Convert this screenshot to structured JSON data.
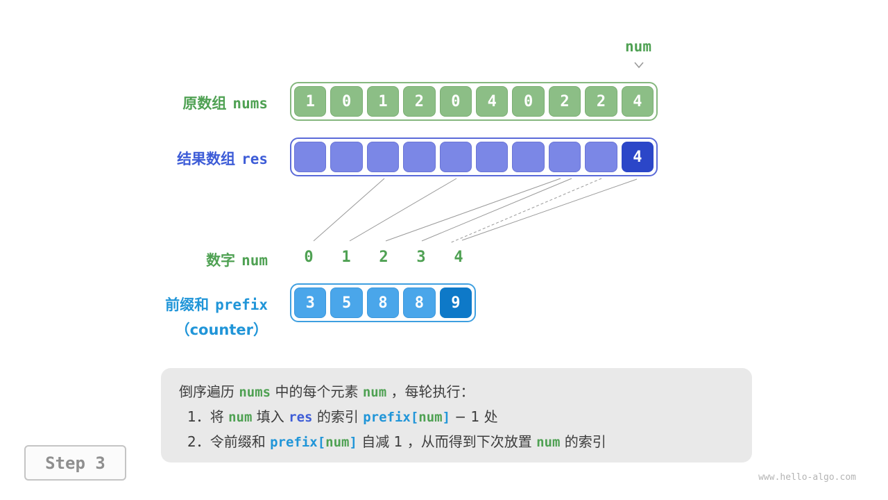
{
  "pointer": {
    "label": "num",
    "icon": "chevron-down-icon"
  },
  "rows": {
    "nums": {
      "label_cn": "原数组",
      "label_code": "nums",
      "values": [
        "1",
        "0",
        "1",
        "2",
        "0",
        "4",
        "0",
        "2",
        "2",
        "4"
      ]
    },
    "res": {
      "label_cn": "结果数组",
      "label_code": "res",
      "values": [
        "",
        "",
        "",
        "",
        "",
        "",
        "",
        "",
        "",
        "4"
      ]
    },
    "num": {
      "label_cn": "数字",
      "label_code": "num",
      "values": [
        "0",
        "1",
        "2",
        "3",
        "4"
      ]
    },
    "prefix": {
      "label_cn": "前缀和",
      "label_code": "prefix",
      "label_sub": "（counter）",
      "values": [
        "3",
        "5",
        "8",
        "8",
        "9"
      ]
    }
  },
  "note": {
    "lines": [
      {
        "indent": false,
        "segments": [
          {
            "text": "倒序遍历 ",
            "style": "plain"
          },
          {
            "text": "nums",
            "style": "code-green"
          },
          {
            "text": " 中的每个元素 ",
            "style": "plain"
          },
          {
            "text": "num",
            "style": "code-green"
          },
          {
            "text": " ，每轮执行：",
            "style": "plain"
          }
        ]
      },
      {
        "indent": true,
        "segments": [
          {
            "text": "1．将 ",
            "style": "plain"
          },
          {
            "text": "num",
            "style": "code-green"
          },
          {
            "text": " 填入 ",
            "style": "plain"
          },
          {
            "text": "res",
            "style": "code-blue"
          },
          {
            "text": " 的索引 ",
            "style": "plain"
          },
          {
            "text": "prefix[",
            "style": "code-lightblue"
          },
          {
            "text": "num",
            "style": "code-green"
          },
          {
            "text": "]",
            "style": "code-lightblue"
          },
          {
            "text": " − 1 处",
            "style": "plain"
          }
        ]
      },
      {
        "indent": true,
        "segments": [
          {
            "text": "2．令前缀和 ",
            "style": "plain"
          },
          {
            "text": "prefix[",
            "style": "code-lightblue"
          },
          {
            "text": "num",
            "style": "code-green"
          },
          {
            "text": "]",
            "style": "code-lightblue"
          },
          {
            "text": " 自减 1 ，从而得到下次放置 ",
            "style": "plain"
          },
          {
            "text": "num",
            "style": "code-green"
          },
          {
            "text": " 的索引",
            "style": "plain"
          }
        ]
      }
    ]
  },
  "step_badge": "Step 3",
  "watermark": "www.hello-algo.com",
  "colors": {
    "green_text": "#4FA153",
    "green_cell": "#8CBE86",
    "res_blue_text": "#3D5CD7",
    "res_cell": "#7B87E6",
    "res_cell_active": "#2B46C8",
    "prefix_blue_text": "#2095D8",
    "prefix_cell": "#4AA6EA",
    "prefix_cell_active": "#0E79C8",
    "note_bg": "#E9E9E9",
    "note_text": "#3C3C3C",
    "connector_gray": "#999999"
  }
}
